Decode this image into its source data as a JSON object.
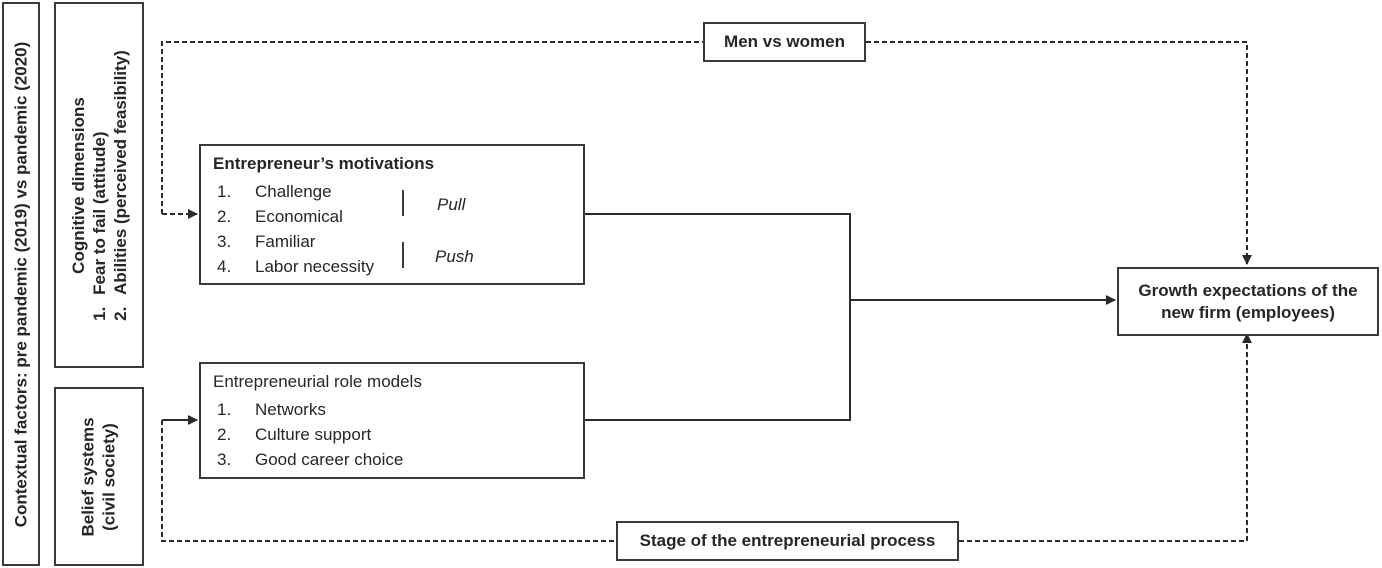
{
  "contextual_factors": "Contextual factors: pre pandemic (2019) vs pandemic (2020)",
  "cognitive": {
    "title": "Cognitive dimensions",
    "items": [
      {
        "num": "1.",
        "text": "Fear to fail (attitude)"
      },
      {
        "num": "2.",
        "text": "Abilities (perceived feasibility)"
      }
    ]
  },
  "belief": {
    "line1": "Belief systems",
    "line2": "(civil society)"
  },
  "moderators": {
    "top": "Men vs women",
    "bottom": "Stage of the entrepreneurial process"
  },
  "motivations": {
    "title": "Entrepreneur’s motivations",
    "items": [
      {
        "num": "1.",
        "text": "Challenge"
      },
      {
        "num": "2.",
        "text": "Economical"
      },
      {
        "num": "3.",
        "text": "Familiar"
      },
      {
        "num": "4.",
        "text": "Labor necessity"
      }
    ],
    "pull": "Pull",
    "push": "Push"
  },
  "role_models": {
    "title": "Entrepreneurial role models",
    "items": [
      {
        "num": "1.",
        "text": "Networks"
      },
      {
        "num": "2.",
        "text": "Culture support"
      },
      {
        "num": "3.",
        "text": "Good career choice"
      }
    ]
  },
  "outcome": {
    "line1": "Growth expectations of the",
    "line2": "new firm (employees)"
  }
}
